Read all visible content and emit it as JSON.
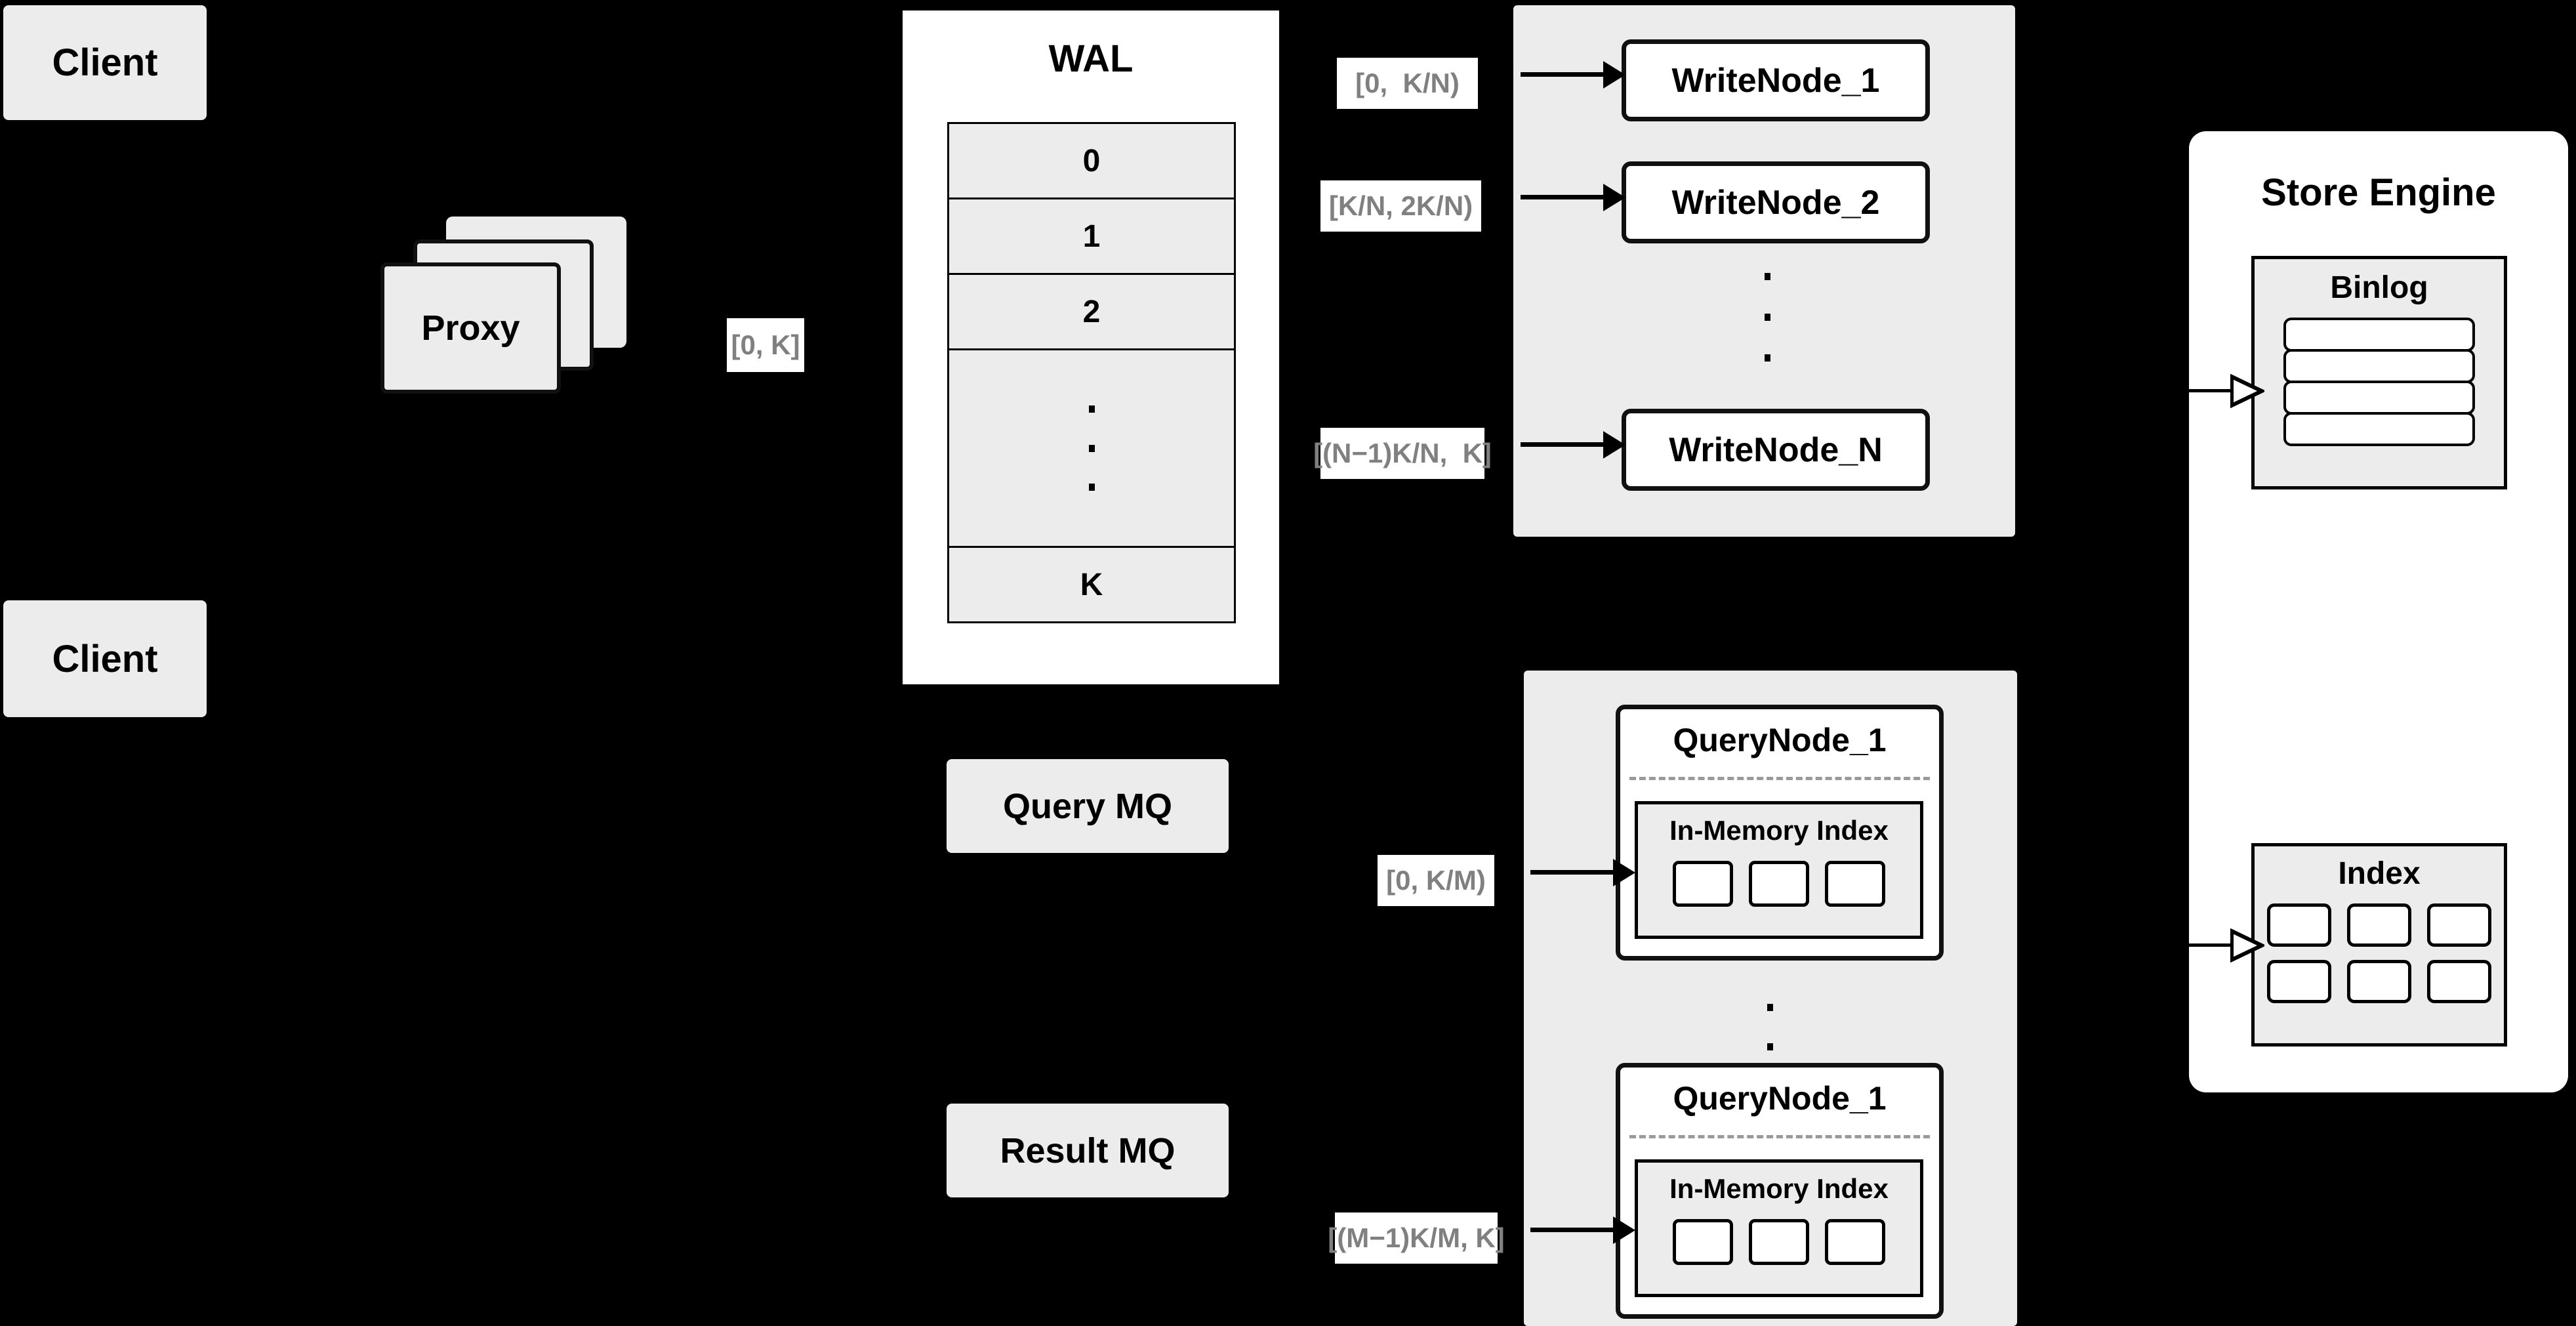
{
  "diagram": {
    "title": "Distributed Vector Database Write/Query Architecture",
    "background_color": "#000000",
    "node_fill": "#ececec",
    "node_fill_white": "#ffffff",
    "label_text_color": "#808080",
    "stroke_color": "#000000"
  },
  "clients": [
    {
      "label": "Client"
    },
    {
      "label": "Client"
    }
  ],
  "proxy": {
    "label": "Proxy",
    "stack_count": 3
  },
  "wal": {
    "title": "WAL",
    "rows": [
      "0",
      "1",
      "2",
      "",
      "K"
    ],
    "ellipsis_row_index": 3,
    "ellipsis_dots": 3
  },
  "queues": [
    {
      "label": "Query MQ"
    },
    {
      "label": "Result MQ"
    }
  ],
  "write_panel": {
    "nodes": [
      {
        "label": "WriteNode_1"
      },
      {
        "label": "WriteNode_2"
      },
      {
        "label": "WriteNode_N"
      }
    ],
    "ellipsis_dots": 3
  },
  "query_panel": {
    "nodes": [
      {
        "label": "QueryNode_1",
        "index_title": "In-Memory Index",
        "chips": 3
      },
      {
        "label": "QueryNode_1",
        "index_title": "In-Memory Index",
        "chips": 3
      }
    ],
    "ellipsis_dots": 3
  },
  "store_engine": {
    "title": "Store Engine",
    "binlog": {
      "title": "Binlog",
      "rows": 4
    },
    "index": {
      "title": "Index",
      "rows": 2,
      "cols": 3
    }
  },
  "range_labels": {
    "proxy_to_wal": "[0, K]",
    "wal_to_writenode_1": "[0,  K/N)",
    "wal_to_writenode_2": "[K/N, 2K/N)",
    "wal_to_writenode_n": "[(N−1)K/N,  K]",
    "to_querynode_1": "[0, K/M)",
    "to_querynode_m": "[(M−1)K/M, K]"
  }
}
